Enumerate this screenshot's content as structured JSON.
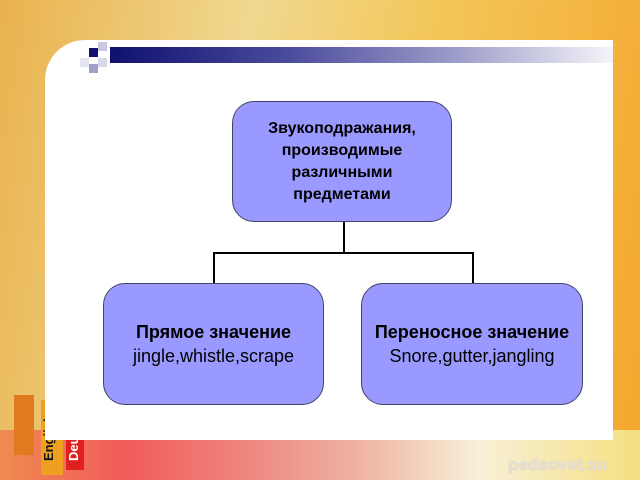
{
  "diagram": {
    "root": "Звукоподражания, производимые различными предметами",
    "left": {
      "title": "Прямое значение",
      "examples": "jingle,whistle,scrape"
    },
    "right": {
      "title": "Переносное значение",
      "examples": "Snore,gutter,jangling"
    }
  },
  "books": [
    "English",
    "Deutsch"
  ],
  "watermark": "pedsovet.su",
  "colors": {
    "box": "#9999ff",
    "bar": "#101070"
  }
}
